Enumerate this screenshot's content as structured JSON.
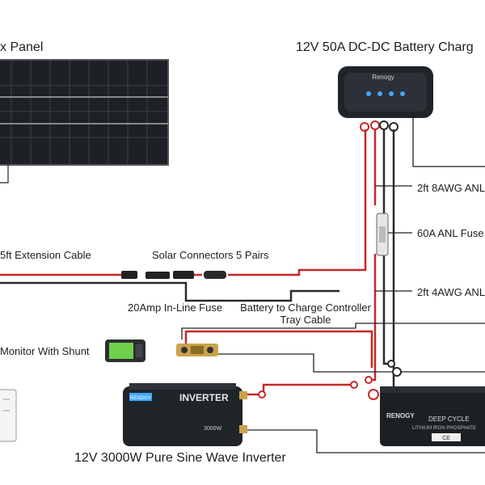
{
  "labels": {
    "solar_panel": "x Panel",
    "dcdc_charger": "12V 50A DC-DC Battery Charg",
    "extension_cable": "5ft Extension Cable",
    "solar_connectors": "Solar Connectors 5 Pairs",
    "inline_fuse": "20Amp In-Line Fuse",
    "tray_cable_line1": "Battery to Charge Controller",
    "tray_cable_line2": "Tray Cable",
    "awg8": "2ft 8AWG ANL",
    "anl_fuse": "60A ANL Fuse",
    "awg4": "2ft 4AWG ANL",
    "monitor": "Monitor With Shunt",
    "inverter": "12V 3000W Pure Sine Wave Inverter"
  },
  "device_text": {
    "charger_brand": "Renogy",
    "inverter_brand": "RENOGY",
    "inverter_name": "INVERTER",
    "inverter_model": "3000W",
    "battery_brand": "RENOGY",
    "battery_line1": "DEEP CYCLE",
    "battery_line2": "LITHIUM IRON PHOSPHATE",
    "battery_badge": "CE"
  },
  "colors": {
    "wire_red": "#c62828",
    "wire_black": "#2a2a2a",
    "device_dark": "#1f2428",
    "charger_leds": "#3fa7ff",
    "monitor_screen": "#6fcf4a"
  }
}
